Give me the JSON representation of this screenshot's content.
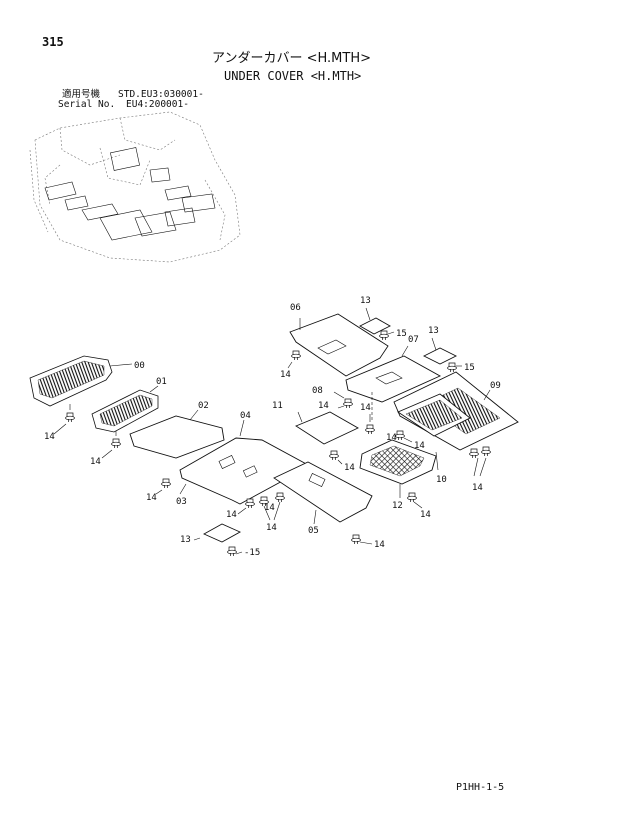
{
  "header": {
    "page_number": "315",
    "title_jp": "アンダーカバー <H.MTH>",
    "title_en": "UNDER COVER <H.MTH>",
    "serial_label_jp": "適用号機",
    "serial_label_en": "Serial No.",
    "serial_std": "STD.EU3:030001-",
    "serial_eu4": "EU4:200001-"
  },
  "footer": {
    "page_code": "P1HH-1-5"
  },
  "callouts": {
    "c00": "00",
    "c01": "01",
    "c02": "02",
    "c03": "03",
    "c04": "04",
    "c05": "05",
    "c06": "06",
    "c07": "07",
    "c08": "08",
    "c09": "09",
    "c10": "10",
    "c11": "11",
    "c12": "12",
    "c13a": "13",
    "c13b": "13",
    "c13c": "13",
    "c15a": "15",
    "c15b": "15",
    "c15c": "-15",
    "c14a": "14",
    "c14b": "14",
    "c14c": "14",
    "c14d": "14",
    "c14e": "14",
    "c14f": "14",
    "c14g": "14",
    "c14h": "14",
    "c14i": "14",
    "c14j": "14",
    "c14k": "14",
    "c14l": "14",
    "c14m": "14",
    "c14n": "14",
    "c14o": "14"
  }
}
